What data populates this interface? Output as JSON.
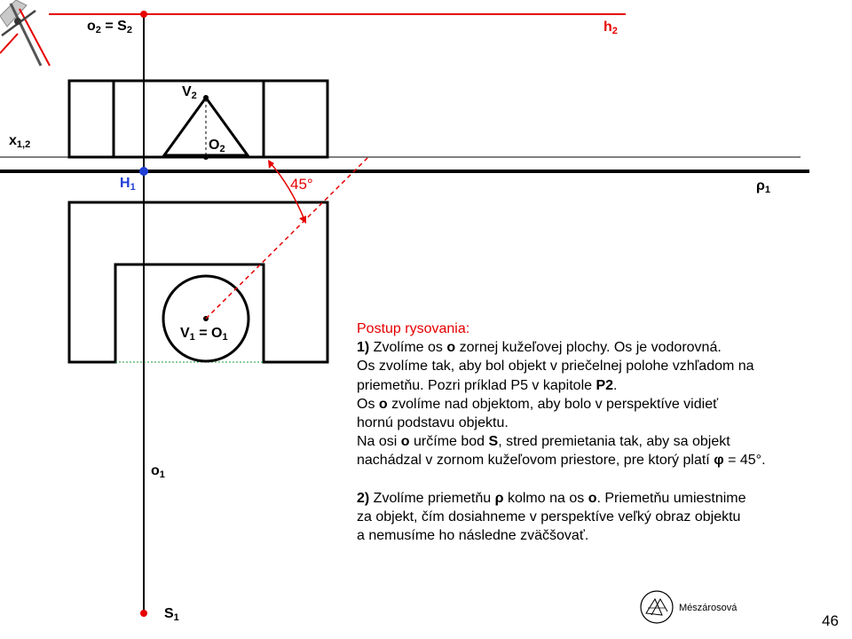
{
  "labels": {
    "o2_s2": {
      "a": "o",
      "a_sub": "2",
      "eq": " = S",
      "b_sub": "2"
    },
    "h2": {
      "main": "h",
      "sub": "2"
    },
    "v2": {
      "main": "V",
      "sub": "2"
    },
    "x12": {
      "main": "x",
      "sub": "1,2"
    },
    "O2": {
      "main": "O",
      "sub": "2"
    },
    "h1": {
      "main": "H",
      "sub": "1"
    },
    "angle": "45°",
    "rho1": {
      "main": "ρ",
      "sub": "1"
    },
    "v1_o1": {
      "a": "V",
      "a_sub": "1",
      "eq": " = O",
      "b_sub": "1"
    },
    "o1": {
      "main": "o",
      "sub": "1"
    },
    "s1": {
      "main": "S",
      "sub": "1"
    }
  },
  "text": {
    "title": "Postup rysovania:",
    "step1": {
      "num": "1)",
      "l1a": " Zvolíme os ",
      "l1b": "o",
      "l1c": " zornej kužeľovej plochy. Os je vodorovná.",
      "l2": "Os zvolíme tak, aby bol objekt v priečelnej polohe vzhľadom na",
      "l3a": "priemetňu. Pozri príklad P5 v kapitole ",
      "l3b": "P2",
      "l3c": ".",
      "l4a": "Os ",
      "l4b": "o",
      "l4c": " zvolíme nad objektom, aby bolo v perspektíve vidieť",
      "l5": "hornú podstavu objektu.",
      "l6a": "Na osi ",
      "l6b": "o",
      "l6c": " určíme bod ",
      "l6d": "S",
      "l6e": ", stred premietania tak, aby sa objekt",
      "l7a": "nachádzal v zornom kužeľovom priestore, pre ktorý platí ",
      "l7b": "φ",
      "l7c": " = 45°."
    },
    "step2": {
      "num": "2)",
      "l1a": " Zvolíme priemetňu ",
      "l1b": "ρ",
      "l1c": " kolmo na os ",
      "l1d": "o",
      "l1e": ". Priemetňu umiestnime",
      "l2": "za objekt, čím dosiahneme v perspektíve veľký obraz objektu",
      "l3": "a nemusíme ho následne zväčšovať."
    }
  },
  "author": "Mészárosová",
  "page_number": "46",
  "colors": {
    "red": "#e60000",
    "blue": "#1f3fd6",
    "green": "#1a9a3a",
    "black": "#000000"
  },
  "icons": [
    "compass-logo-icon",
    "author-logo-icon"
  ]
}
